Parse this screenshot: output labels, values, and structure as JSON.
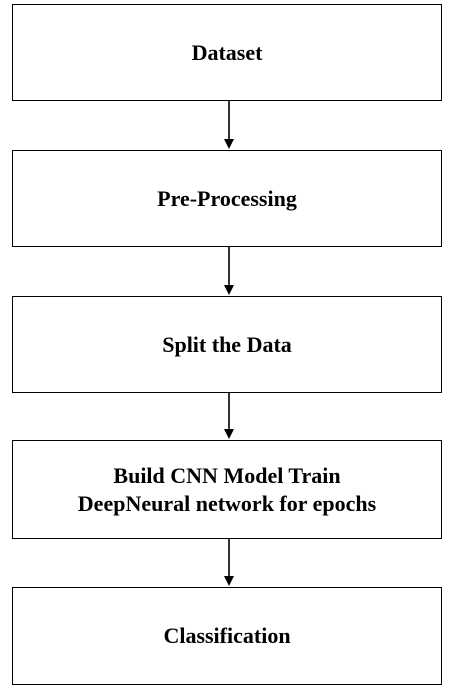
{
  "flowchart": {
    "steps": [
      {
        "label": "Dataset"
      },
      {
        "label": "Pre-Processing"
      },
      {
        "label": "Split the Data"
      },
      {
        "label": "Build CNN Model Train\nDeepNeural network for epochs"
      },
      {
        "label": "Classification"
      }
    ],
    "colors": {
      "border": "#000000",
      "background": "#ffffff",
      "text": "#000000"
    }
  }
}
